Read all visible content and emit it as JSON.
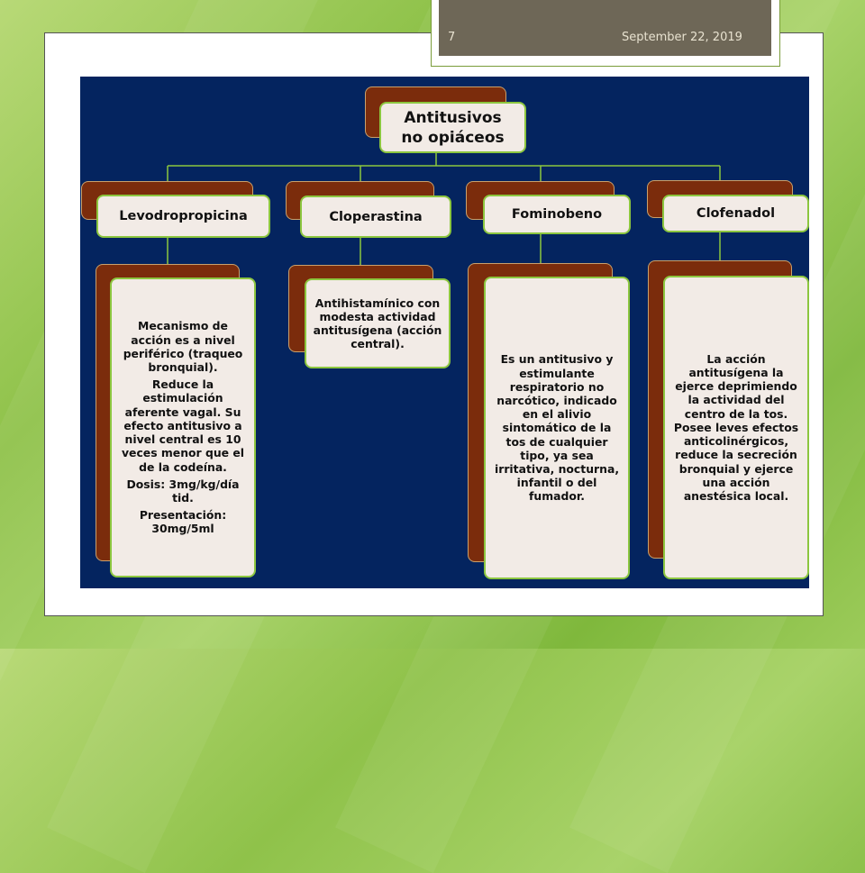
{
  "slide": {
    "page_number": "7",
    "date": "September 22, 2019"
  },
  "diagram": {
    "root": {
      "line1": "Antitusivos",
      "line2": "no opiáceos"
    },
    "nodes": [
      {
        "title": "Levodropropicina",
        "paragraphs": [
          "Mecanismo de acción es a nivel periférico (traqueo bronquial).",
          "Reduce la estimulación aferente vagal. Su efecto antitusivo a nivel central es 10 veces menor que el de la codeína.",
          "Dosis: 3mg/kg/día tid.",
          "Presentación: 30mg/5ml"
        ]
      },
      {
        "title": "Cloperastina",
        "paragraphs": [
          "Antihistamínico con modesta actividad antitusígena (acción central)."
        ]
      },
      {
        "title": "Fominobeno",
        "paragraphs": [
          "Es un antitusivo y estimulante respiratorio no narcótico, indicado en el alivio sintomático de la tos de cualquier tipo, ya sea irritativa, nocturna, infantil o del fumador."
        ]
      },
      {
        "title": "Clofenadol",
        "paragraphs": [
          "La acción antitusígena la ejerce deprimiendo la actividad del centro de la tos. Posee leves efectos anticolinérgicos, reduce la secreción bronquial y ejerce una acción anestésica local."
        ]
      }
    ]
  }
}
